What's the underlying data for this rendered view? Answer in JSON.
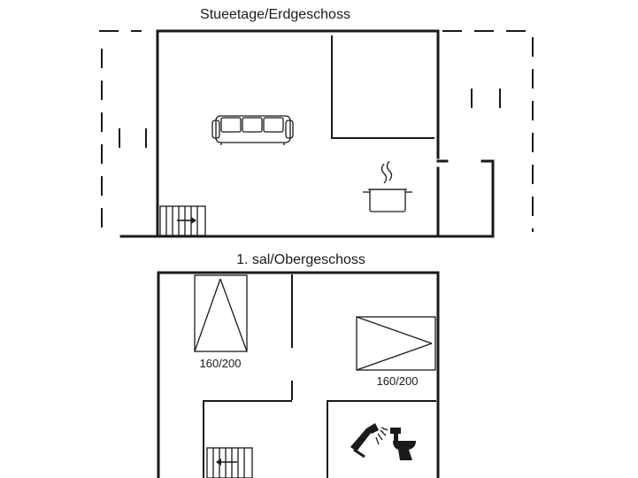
{
  "floors": {
    "ground": {
      "title": "Stueetage/Erdgeschoss"
    },
    "upper": {
      "title": "1. sal/Obergeschoss"
    }
  },
  "beds": [
    {
      "label": "160/200"
    },
    {
      "label": "160/200"
    }
  ],
  "icons": {
    "sofa": "sofa-icon",
    "stove": "cooking-pot-icon",
    "stairs": "stairs-icon",
    "shower": "shower-icon",
    "toilet": "toilet-icon"
  },
  "colors": {
    "line": "#1a1a1a",
    "background": "#ffffff"
  }
}
